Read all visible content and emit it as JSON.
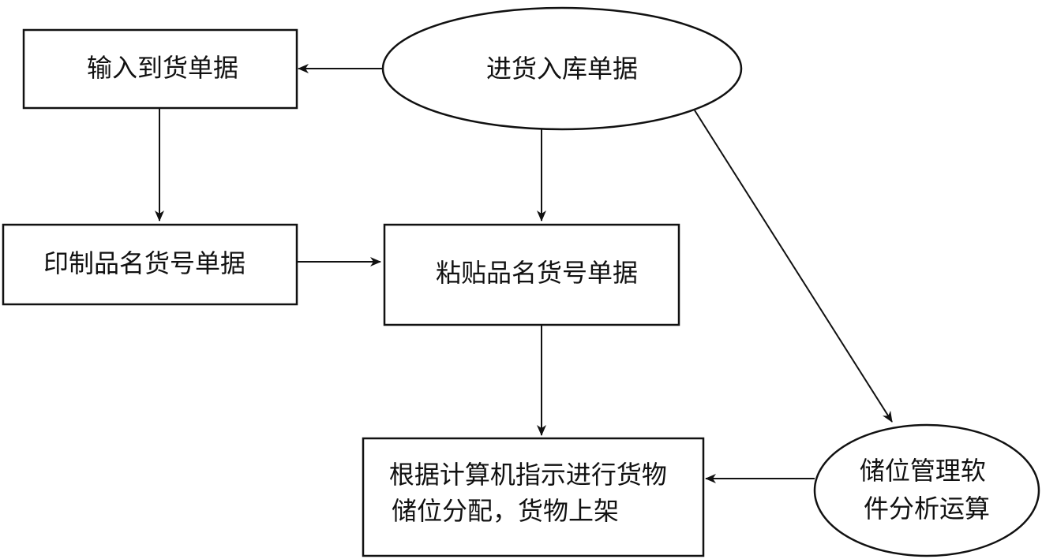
{
  "nodes": {
    "input_arrival_doc": {
      "label": "输入到货单据"
    },
    "inbound_doc": {
      "label": "进货入库单据"
    },
    "print_label_doc": {
      "label": "印制品名货号单据"
    },
    "paste_label_doc": {
      "label": "粘贴品名货号单据"
    },
    "allocate_shelve": {
      "lines": [
        "根据计算机指示进行货物",
        "储位分配，货物上架"
      ]
    },
    "storage_software": {
      "lines": [
        "储位管理软",
        "件分析运算"
      ]
    }
  },
  "edges": [
    {
      "from": "inbound_doc",
      "to": "input_arrival_doc"
    },
    {
      "from": "input_arrival_doc",
      "to": "print_label_doc"
    },
    {
      "from": "inbound_doc",
      "to": "paste_label_doc"
    },
    {
      "from": "print_label_doc",
      "to": "paste_label_doc"
    },
    {
      "from": "paste_label_doc",
      "to": "allocate_shelve"
    },
    {
      "from": "inbound_doc",
      "to": "storage_software"
    },
    {
      "from": "storage_software",
      "to": "allocate_shelve"
    }
  ]
}
